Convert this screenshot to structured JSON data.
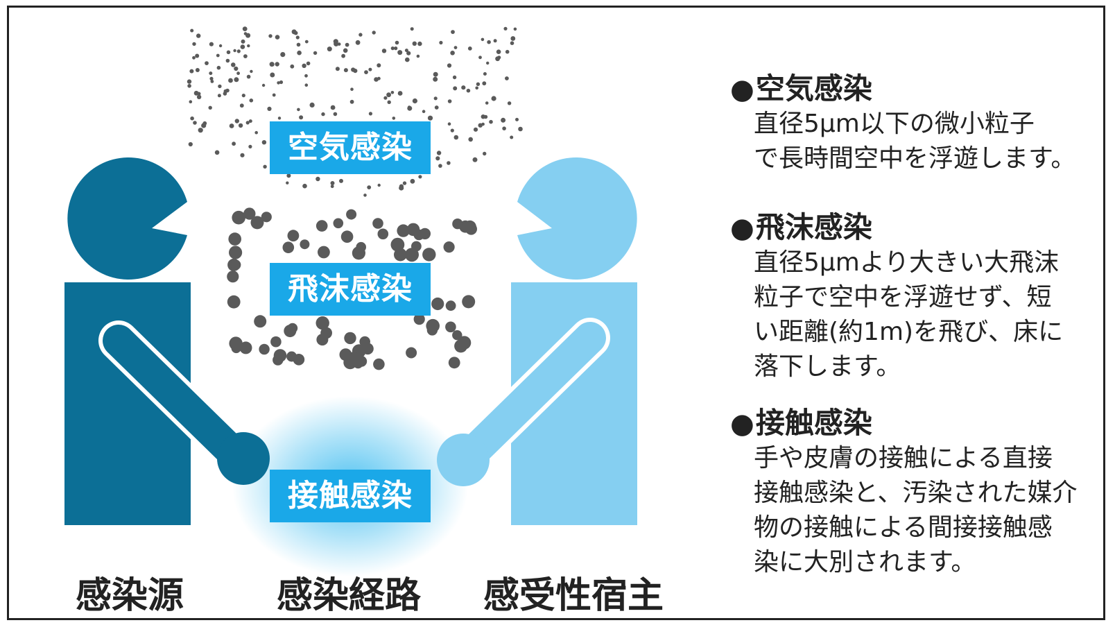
{
  "colors": {
    "source_figure": "#0c6f96",
    "host_figure": "#85cff1",
    "label_bg": "#1aa8e8",
    "particles": "#5a5a5a",
    "contact_glow": "#4bc0f0"
  },
  "route_labels": {
    "airborne": "空気感染",
    "droplet": "飛沫感染",
    "contact": "接触感染"
  },
  "bottom_labels": {
    "source": "感染源",
    "route": "感染経路",
    "host": "感受性宿主"
  },
  "legend": {
    "bullet": "●",
    "items": [
      {
        "title": "空気感染",
        "body": "直径5μm以下の微小粒子\nで長時間空中を浮遊します。"
      },
      {
        "title": "飛沫感染",
        "body": "直径5μmより大きい大飛沫\n粒子で空中を浮遊せず、短\nい距離(約1m)を飛び、床に\n落下します。"
      },
      {
        "title": "接触感染",
        "body": "手や皮膚の接触による直接\n接触感染と、汚染された媒介\n物の接触による間接接触感\n染に大別されます。"
      }
    ]
  }
}
